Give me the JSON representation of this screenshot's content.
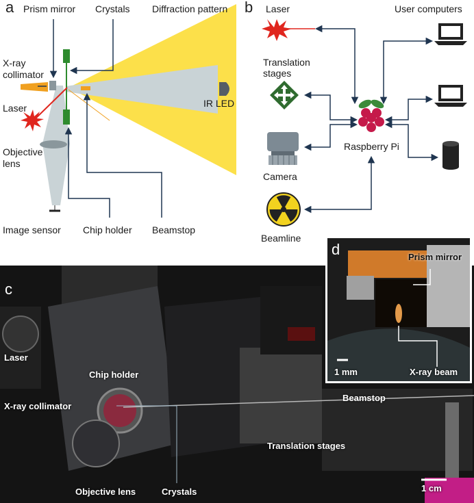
{
  "panel_a": {
    "letter": "a",
    "labels": {
      "prism_mirror": "Prism mirror",
      "crystals": "Crystals",
      "diffraction_pattern": "Diffraction pattern",
      "xray_collimator_1": "X-ray",
      "xray_collimator_2": "collimator",
      "laser": "Laser",
      "ir_led": "IR LED",
      "objective_lens_1": "Objective",
      "objective_lens_2": "lens",
      "image_sensor": "Image sensor",
      "chip_holder": "Chip holder",
      "beamstop": "Beamstop"
    }
  },
  "panel_b": {
    "letter": "b",
    "labels": {
      "laser": "Laser",
      "user_computers": "User computers",
      "translation_stages_1": "Translation",
      "translation_stages_2": "stages",
      "raspberry_pi": "Raspberry Pi",
      "camera": "Camera",
      "beamline": "Beamline"
    }
  },
  "panel_c": {
    "letter": "c",
    "labels": {
      "laser": "Laser",
      "chip_holder": "Chip holder",
      "xray_collimator": "X-ray collimator",
      "beamstop": "Beamstop",
      "translation_stages": "Translation stages",
      "objective_lens": "Objective lens",
      "crystals": "Crystals",
      "scale": "1 cm"
    }
  },
  "panel_d": {
    "letter": "d",
    "labels": {
      "prism_mirror": "Prism mirror",
      "xray_beam": "X-ray beam",
      "scale": "1 mm"
    }
  },
  "colors": {
    "arrow": "#1f3550",
    "diffraction": "#fce04a",
    "beam_grey": "#c9d3d6",
    "chip_green": "#2e8b2e",
    "laser_red": "#e0261e",
    "collimator_orange": "#f0a020",
    "stage_green": "#2f6b2f"
  }
}
